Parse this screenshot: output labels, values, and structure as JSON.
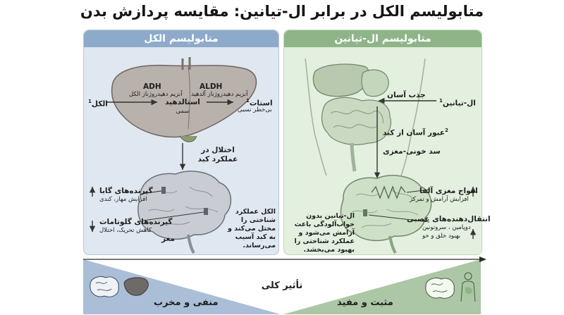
{
  "title": "متابولیسم الکل در برابر ال-تیانین: مقایسه پردازش بدن",
  "alcohol_panel": {
    "header": "متابولیسم الکل",
    "alcohol_label": "الکل",
    "alcohol_note": "1",
    "adh_title": "ADH",
    "adh_desc": "آنزیم دهیدروژناز الکل",
    "aldh_title": "ALDH",
    "aldh_desc": "آنزیم دهیدروژناز آلدهید",
    "acetaldehyde_label": "استالدهید",
    "acetaldehyde_sub": "سمی",
    "acetate_label": "استات",
    "acetate_note": "1",
    "acetate_sub": "بی‌خطر نسبی",
    "dysfunction_line1": "اختلال در",
    "dysfunction_line2": "عملکرد کبد",
    "gaba_label": "گیرنده‌های گابا",
    "gaba_sub": "افزایش مهار، کندی",
    "glutamate_label": "گیرنده‌های گلوتامات",
    "glutamate_sub": "کاهش تحریک، اختلال",
    "brain_label": "مغز",
    "effect_text": "الکل عملکرد شناختی را مختل می‌کند و به کبد آسیب می‌رساند."
  },
  "theanine_panel": {
    "header": "متابولیسم ال-تیانین",
    "theanine_label": "ال-تیانین",
    "theanine_note": "1",
    "absorb_label": "جذب آسان",
    "passage_note": "2",
    "passage_label": "عبور آسان از کبد",
    "bbb_label": "سد خونی-مغزی",
    "alpha_label": "امواج مغزی آلفا",
    "alpha_sub": "افزایش آرامش و تمرکز",
    "neuro_label": "انتقال‌دهنده‌های عصبی",
    "neuro_sub1": "دوپامین ، سروتونین",
    "neuro_sub2": "بهبود خلق و خو",
    "effect_text": "ال-تیانین بدون خواب‌آلودگی باعث آرامش می‌شود و عملکرد شناختی را بهبود می‌بخشد."
  },
  "footer": {
    "center_label": "تأثیر کلی",
    "negative_label": "منفی و مخرب",
    "positive_label": "مثبت و مفید"
  },
  "colors": {
    "blue_panel": "#dfe7f0",
    "green_panel": "#e3efdf",
    "blue_header": "#8eaaca",
    "green_header": "#8fb488"
  }
}
